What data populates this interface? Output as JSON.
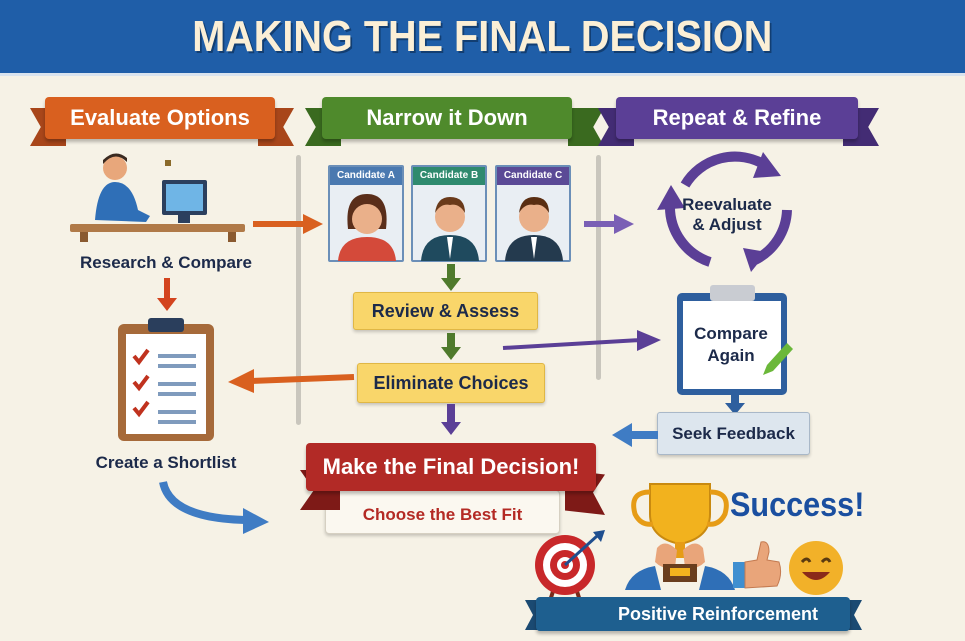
{
  "header": {
    "title": "MAKING THE FINAL DECISION"
  },
  "sections": [
    {
      "label": "Evaluate Options",
      "color": "#d9601f"
    },
    {
      "label": "Narrow it Down",
      "color": "#4f8a2c"
    },
    {
      "label": "Repeat & Refine",
      "color": "#5b3f96"
    }
  ],
  "evaluate": {
    "research": "Research & Compare",
    "shortlist": "Create a Shortlist"
  },
  "narrow": {
    "candidates": [
      "Candidate A",
      "Candidate B",
      "Candidate C"
    ],
    "review": "Review & Assess",
    "eliminate": "Eliminate Choices"
  },
  "refine": {
    "reevaluate_1": "Reevaluate",
    "reevaluate_2": "& Adjust",
    "compare_1": "Compare",
    "compare_2": "Again",
    "feedback": "Seek Feedback"
  },
  "decision": {
    "title": "Make the Final Decision!",
    "subtitle": "Choose the Best Fit"
  },
  "outcome": {
    "success": "Success!",
    "reinforcement": "Positive Reinforcement"
  }
}
